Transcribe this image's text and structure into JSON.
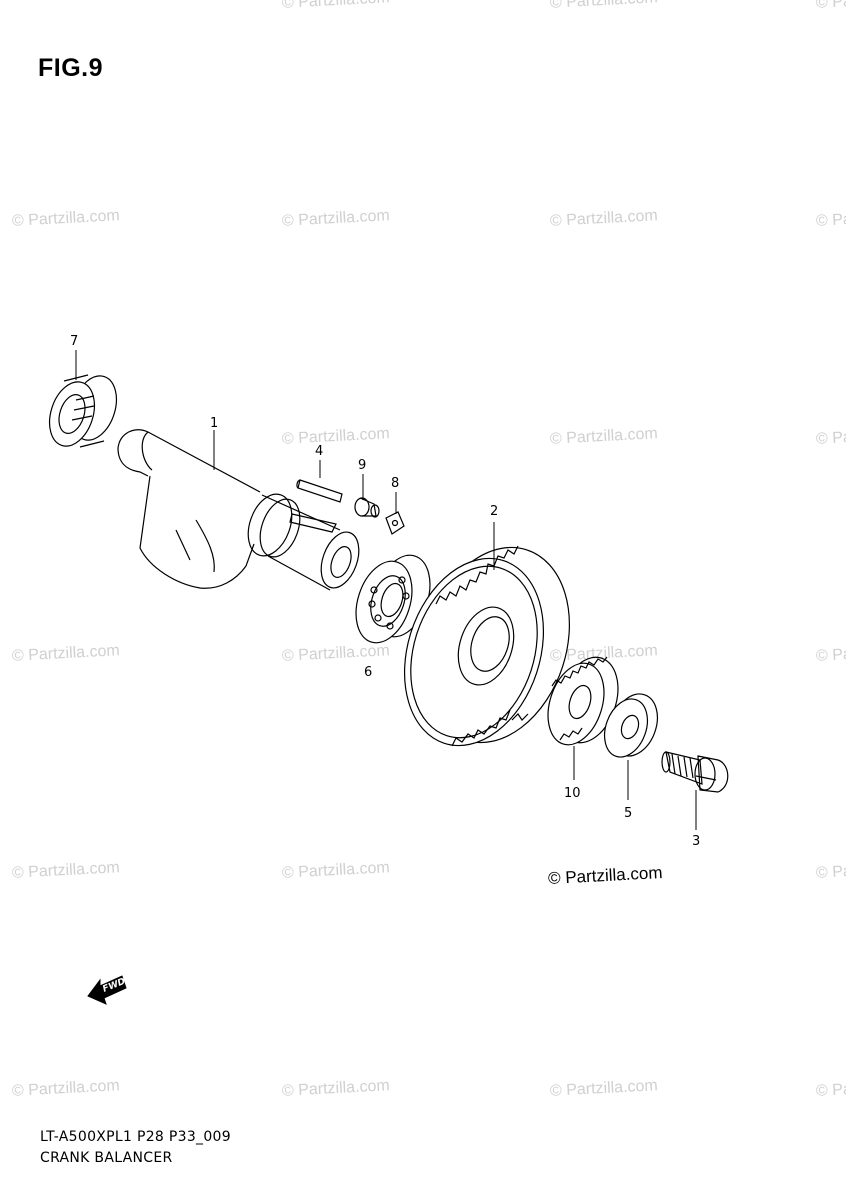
{
  "figure": {
    "title": "FIG.9"
  },
  "watermark": {
    "text": "© Partzilla.com"
  },
  "credit": {
    "text": "© Partzilla.com"
  },
  "callouts": {
    "c1": "1",
    "c2": "2",
    "c3": "3",
    "c4": "4",
    "c5": "5",
    "c6": "6",
    "c7": "7",
    "c8": "8",
    "c9": "9",
    "c10": "10"
  },
  "direction_arrow": {
    "label": "FWD",
    "icon": "forward-arrow-icon"
  },
  "footer": {
    "model_code": "LT-A500XPL1 P28 P33_009",
    "section_name": "CRANK BALANCER"
  },
  "colors": {
    "line": "#000000",
    "watermark": "#d0d0d0"
  }
}
